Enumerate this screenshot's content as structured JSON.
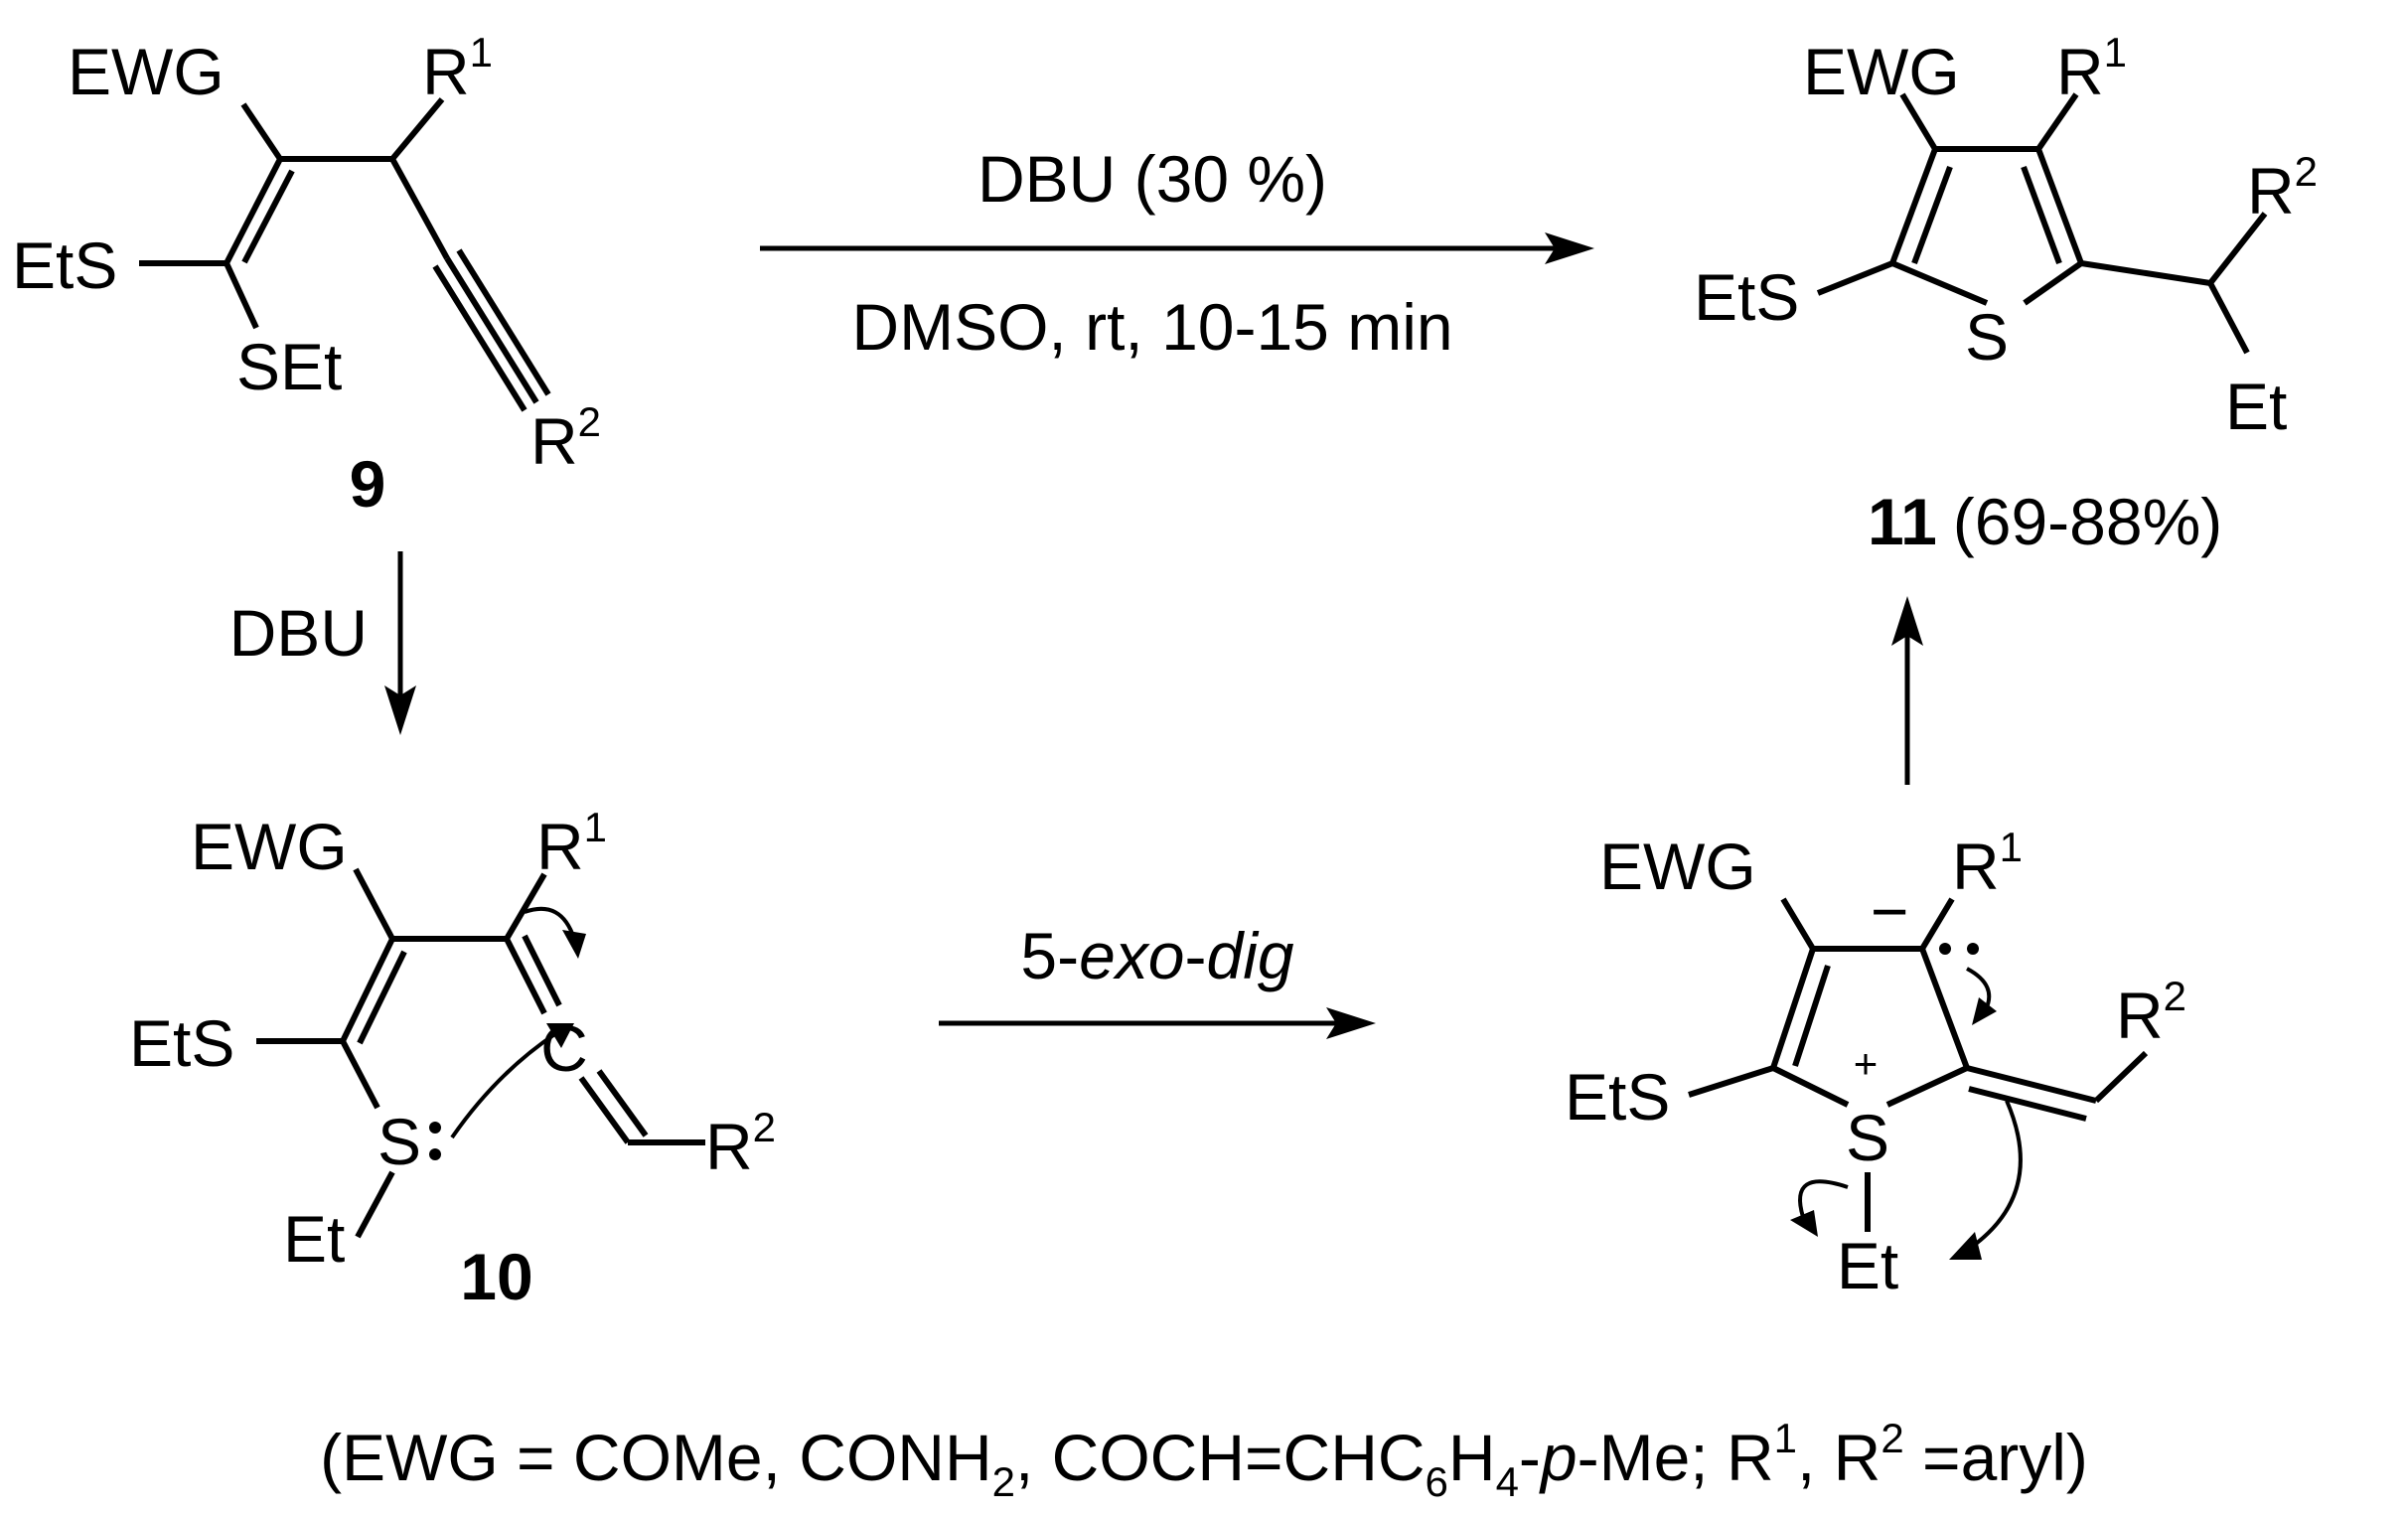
{
  "groups": {
    "ewg": "EWG",
    "r": "R",
    "one": "1",
    "two": "2",
    "ets": "EtS",
    "set": "SEt",
    "et": "Et",
    "s": "S",
    "c": "C",
    "plus": "+",
    "minus": "−"
  },
  "compounds": {
    "c9": "9",
    "c10": "10",
    "c11": "11",
    "c11_yield": "(69-88%)"
  },
  "conditions": {
    "top_above": "DBU (30 %)",
    "top_below": "DMSO, rt, 10-15 min",
    "down": "DBU",
    "cycl_num": "5-",
    "cycl_exo": "exo",
    "cycl_dash": "-",
    "cycl_dig": "dig"
  },
  "footnote": {
    "p1": "(EWG = COMe, CONH",
    "sub1": "2",
    "p2": ", COCH=CHC",
    "sub2": "6",
    "p3": "H",
    "sub3": "4",
    "p4": "-",
    "p_italic": "p",
    "p5": "-Me; R",
    "sup1": "1",
    "p6": ", R",
    "sup2": "2",
    "p7": " =aryl)"
  }
}
